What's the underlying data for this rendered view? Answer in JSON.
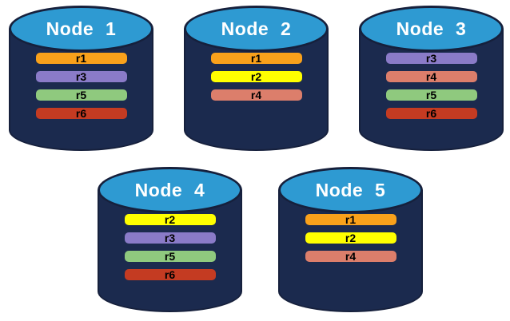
{
  "colors": {
    "background": "#ffffff",
    "cylinder_body": "#1b2a4e",
    "cylinder_outline": "#16203c",
    "cylinder_top": "#2e9ad2",
    "title_text": "#ffffff",
    "bar_text": "#000000"
  },
  "replica_colors": {
    "r1": "#f9a11b",
    "r2": "#ffff00",
    "r3": "#8a7bc8",
    "r4": "#dc7e6b",
    "r5": "#8fc97e",
    "r6": "#c43b22"
  },
  "nodes": [
    {
      "label": "Node 1",
      "replicas": [
        "r1",
        "r3",
        "r5",
        "r6"
      ]
    },
    {
      "label": "Node 2",
      "replicas": [
        "r1",
        "r2",
        "r4"
      ]
    },
    {
      "label": "Node 3",
      "replicas": [
        "r3",
        "r4",
        "r5",
        "r6"
      ]
    },
    {
      "label": "Node 4",
      "replicas": [
        "r2",
        "r3",
        "r5",
        "r6"
      ]
    },
    {
      "label": "Node 5",
      "replicas": [
        "r1",
        "r2",
        "r4"
      ]
    }
  ]
}
